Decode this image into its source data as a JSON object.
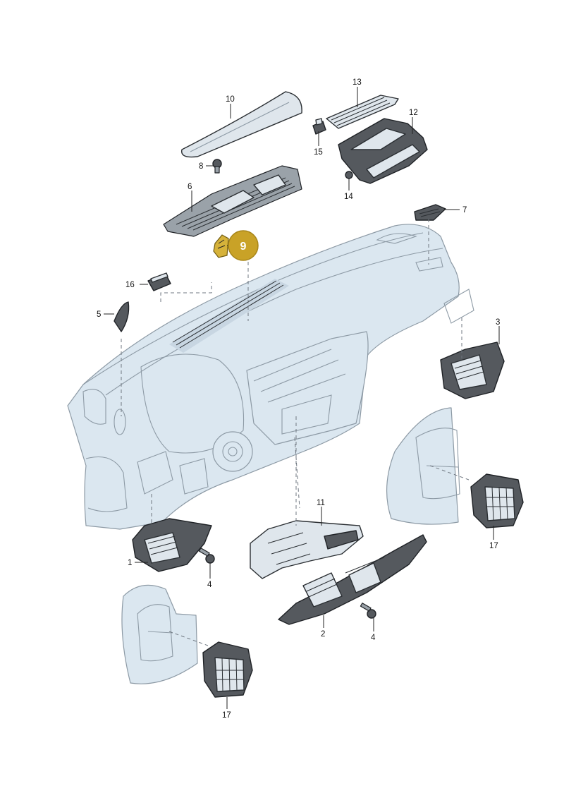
{
  "callouts": {
    "c1": "1",
    "c2": "2",
    "c3": "3",
    "c4a": "4",
    "c4b": "4",
    "c5": "5",
    "c6": "6",
    "c7": "7",
    "c8": "8",
    "c10": "10",
    "c11": "11",
    "c12": "12",
    "c13": "13",
    "c14": "14",
    "c15": "15",
    "c16": "16",
    "c17a": "17",
    "c17b": "17"
  },
  "highlight": {
    "label": "9",
    "color": "#c9a227"
  }
}
